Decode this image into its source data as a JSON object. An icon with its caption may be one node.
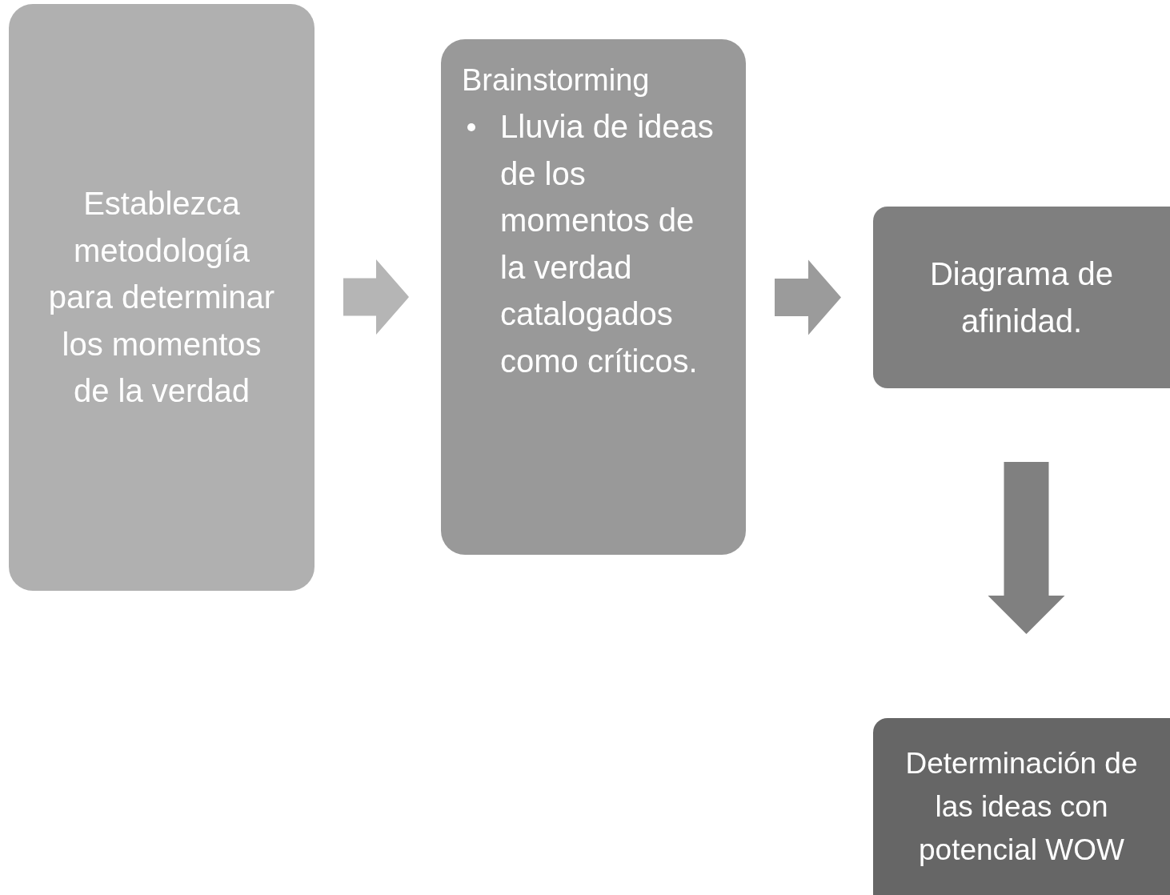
{
  "diagram": {
    "nodes": [
      {
        "text": [
          "Establezca metodología para determinar los momentos de la verdad"
        ]
      },
      {
        "text": [
          "Brainstorming",
          "Lluvia de ideas de los momentos de la verdad catalogados como críticos."
        ]
      },
      {
        "text": [
          "Diagrama de afinidad."
        ]
      },
      {
        "text": [
          "Determinación de las ideas con potencial WOW"
        ]
      }
    ],
    "edges": [
      {
        "from": 0,
        "to": 1,
        "arrow": "to",
        "color": "#b5b5b5"
      },
      {
        "from": 1,
        "to": 2,
        "arrow": "to",
        "color": "#9b9b9b"
      },
      {
        "from": 2,
        "to": 3,
        "arrow": "to",
        "color": "#808080"
      }
    ]
  }
}
